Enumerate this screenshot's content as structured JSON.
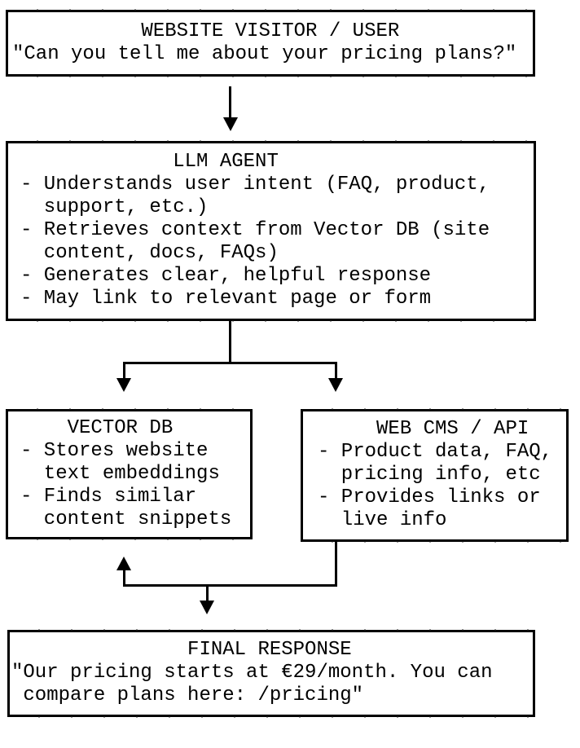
{
  "colors": {
    "ink": "#000000",
    "paper": "#ffffff"
  },
  "boxes": {
    "visitor": {
      "lines": [
        "           WEBSITE VISITOR / USER",
        "\"Can you tell me about your pricing plans?\""
      ]
    },
    "agent": {
      "lines": [
        "             LLM AGENT",
        "- Understands user intent (FAQ, product,",
        "  support, etc.)",
        "- Retrieves context from Vector DB (site",
        "  content, docs, FAQs)",
        "- Generates clear, helpful response",
        "- May link to relevant page or form"
      ]
    },
    "vector_db": {
      "lines": [
        "    VECTOR DB",
        "- Stores website",
        "  text embeddings",
        "- Finds similar",
        "  content snippets"
      ]
    },
    "web_cms": {
      "lines": [
        "     WEB CMS / API",
        "- Product data, FAQ,",
        "  pricing info, etc",
        "- Provides links or",
        "  live info"
      ]
    },
    "final": {
      "lines": [
        "               FINAL RESPONSE",
        "\"Our pricing starts at €29/month. You can",
        " compare plans here: /pricing\""
      ]
    }
  }
}
